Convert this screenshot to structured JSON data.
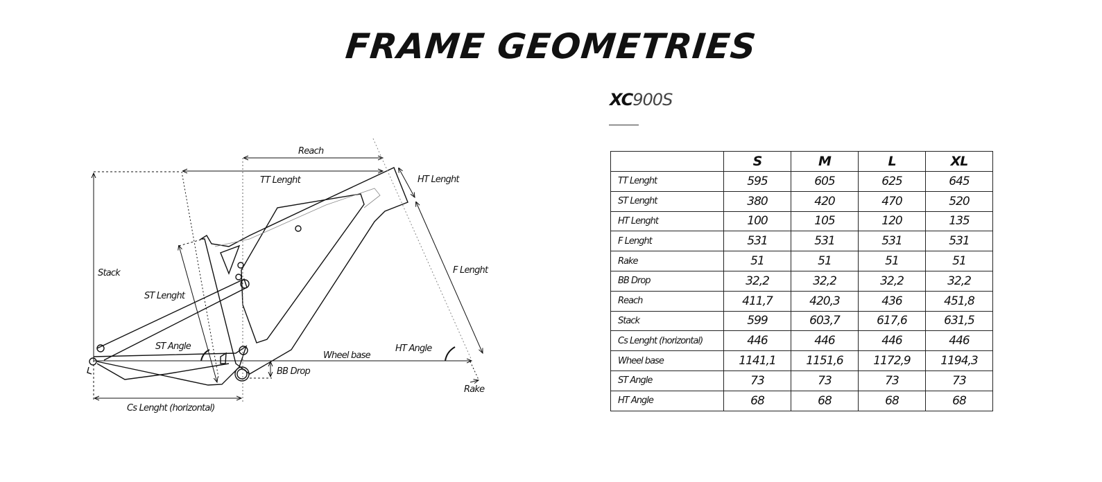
{
  "title": "FRAME GEOMETRIES",
  "model": {
    "prefix": "XC",
    "suffix": "900S"
  },
  "diagram_labels": {
    "reach": "Reach",
    "tt_length": "TT Lenght",
    "ht_length": "HT Lenght",
    "stack": "Stack",
    "f_length": "F Lenght",
    "st_length": "ST Lenght",
    "st_angle": "ST Angle",
    "wheelbase": "Wheel base",
    "ht_angle": "HT Angle",
    "bb_drop": "BB Drop",
    "rake": "Rake",
    "cs_length": "Cs Lenght (horizontal)"
  },
  "table": {
    "sizes": [
      "S",
      "M",
      "L",
      "XL"
    ],
    "rows": [
      {
        "label": "TT Lenght",
        "values": [
          "595",
          "605",
          "625",
          "645"
        ]
      },
      {
        "label": "ST Lenght",
        "values": [
          "380",
          "420",
          "470",
          "520"
        ]
      },
      {
        "label": "HT Lenght",
        "values": [
          "100",
          "105",
          "120",
          "135"
        ]
      },
      {
        "label": "F Lenght",
        "values": [
          "531",
          "531",
          "531",
          "531"
        ]
      },
      {
        "label": "Rake",
        "values": [
          "51",
          "51",
          "51",
          "51"
        ]
      },
      {
        "label": "BB Drop",
        "values": [
          "32,2",
          "32,2",
          "32,2",
          "32,2"
        ]
      },
      {
        "label": "Reach",
        "values": [
          "411,7",
          "420,3",
          "436",
          "451,8"
        ]
      },
      {
        "label": "Stack",
        "values": [
          "599",
          "603,7",
          "617,6",
          "631,5"
        ]
      },
      {
        "label": "Cs Lenght (horizontal)",
        "values": [
          "446",
          "446",
          "446",
          "446"
        ]
      },
      {
        "label": "Wheel base",
        "values": [
          "1141,1",
          "1151,6",
          "1172,9",
          "1194,3"
        ]
      },
      {
        "label": "ST Angle",
        "values": [
          "73",
          "73",
          "73",
          "73"
        ]
      },
      {
        "label": "HT Angle",
        "values": [
          "68",
          "68",
          "68",
          "68"
        ]
      }
    ]
  }
}
